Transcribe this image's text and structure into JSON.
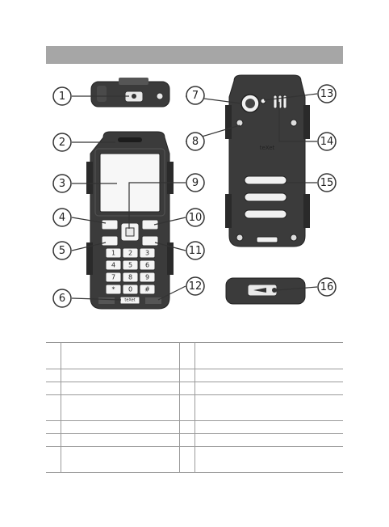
{
  "header": {
    "title": ""
  },
  "callouts": [
    "1",
    "2",
    "3",
    "4",
    "5",
    "6",
    "7",
    "8",
    "9",
    "10",
    "11",
    "12",
    "13",
    "14",
    "15",
    "16"
  ],
  "phone_front": {
    "keys": [
      "1",
      "2",
      "3",
      "4",
      "5",
      "6",
      "7",
      "8",
      "9",
      "*",
      "0",
      "#"
    ],
    "brand": "teXet"
  },
  "phone_back": {
    "brand": "teXet"
  },
  "legend_table": {
    "rows": [
      {
        "n1": "",
        "d1": "",
        "n2": "",
        "d2": ""
      },
      {
        "n1": "",
        "d1": "",
        "n2": "",
        "d2": ""
      },
      {
        "n1": "",
        "d1": "",
        "n2": "",
        "d2": ""
      },
      {
        "n1": "",
        "d1": "",
        "n2": "",
        "d2": ""
      },
      {
        "n1": "",
        "d1": "",
        "n2": "",
        "d2": ""
      },
      {
        "n1": "",
        "d1": "",
        "n2": "",
        "d2": ""
      },
      {
        "n1": "",
        "d1": "",
        "n2": "",
        "d2": ""
      }
    ]
  }
}
